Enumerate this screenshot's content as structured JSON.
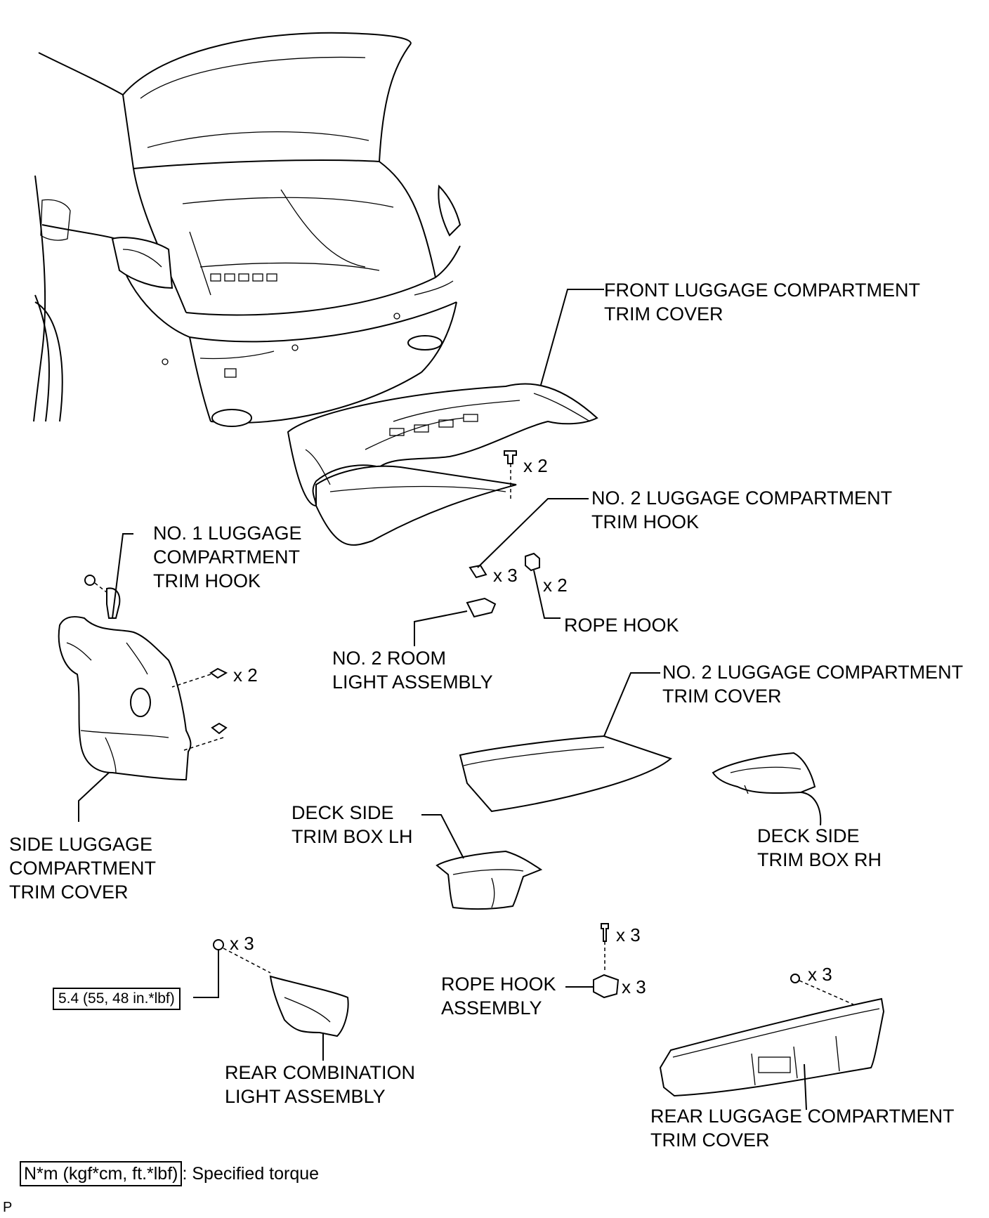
{
  "labels": {
    "front_trim_cover": [
      "FRONT LUGGAGE COMPARTMENT",
      "TRIM COVER"
    ],
    "no2_trim_hook": [
      "NO. 2 LUGGAGE COMPARTMENT",
      "TRIM HOOK"
    ],
    "no1_trim_hook": [
      "NO. 1 LUGGAGE",
      "COMPARTMENT",
      "TRIM HOOK"
    ],
    "rope_hook": [
      "ROPE HOOK"
    ],
    "no2_room_light": [
      "NO. 2 ROOM",
      "LIGHT ASSEMBLY"
    ],
    "no2_trim_cover": [
      "NO. 2 LUGGAGE COMPARTMENT",
      "TRIM COVER"
    ],
    "side_trim_cover": [
      "SIDE LUGGAGE",
      "COMPARTMENT",
      "TRIM COVER"
    ],
    "deck_box_lh": [
      "DECK SIDE",
      "TRIM BOX LH"
    ],
    "deck_box_rh": [
      "DECK SIDE",
      "TRIM BOX RH"
    ],
    "rope_hook_assembly": [
      "ROPE HOOK",
      "ASSEMBLY"
    ],
    "rear_combination_light": [
      "REAR COMBINATION",
      "LIGHT ASSEMBLY"
    ],
    "rear_trim_cover": [
      "REAR LUGGAGE COMPARTMENT",
      "TRIM COVER"
    ]
  },
  "quantities": {
    "front_clip": "x 2",
    "no2_hook": "x 3",
    "rope_hook": "x 2",
    "side_clip": "x 2",
    "light_nut": "x 3",
    "rope_assy_bolt": "x 3",
    "rope_assy": "x 3",
    "rear_clip": "x 3"
  },
  "torque": "5.4 (55, 48 in.*lbf)",
  "legend": {
    "box": "N*m (kgf*cm, ft.*lbf)",
    "text": ": Specified torque"
  },
  "figure_code": "P"
}
